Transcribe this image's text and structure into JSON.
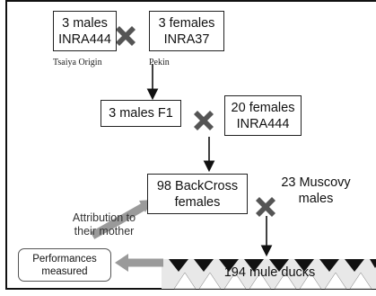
{
  "boxes": {
    "males_inra444": "3 males\nINRA444",
    "females_inra37": "3 females\nINRA37",
    "males_f1": "3 males F1",
    "females_inra444": "20 females\nINRA444",
    "backcross": "98 BackCross\nfemales",
    "muscovy": "23 Muscovy\nmales",
    "mule_ducks": "194 mule ducks",
    "performances": "Performances\nmeasured",
    "attribution": "Attribution to\ntheir mother"
  },
  "labels": {
    "tsaiya": "Tsaiya Origin",
    "pekin": "Pekin"
  },
  "cross_icon": "cross-x-icon",
  "colors": {
    "cross": "#555555",
    "gray_arrow": "#999999"
  }
}
